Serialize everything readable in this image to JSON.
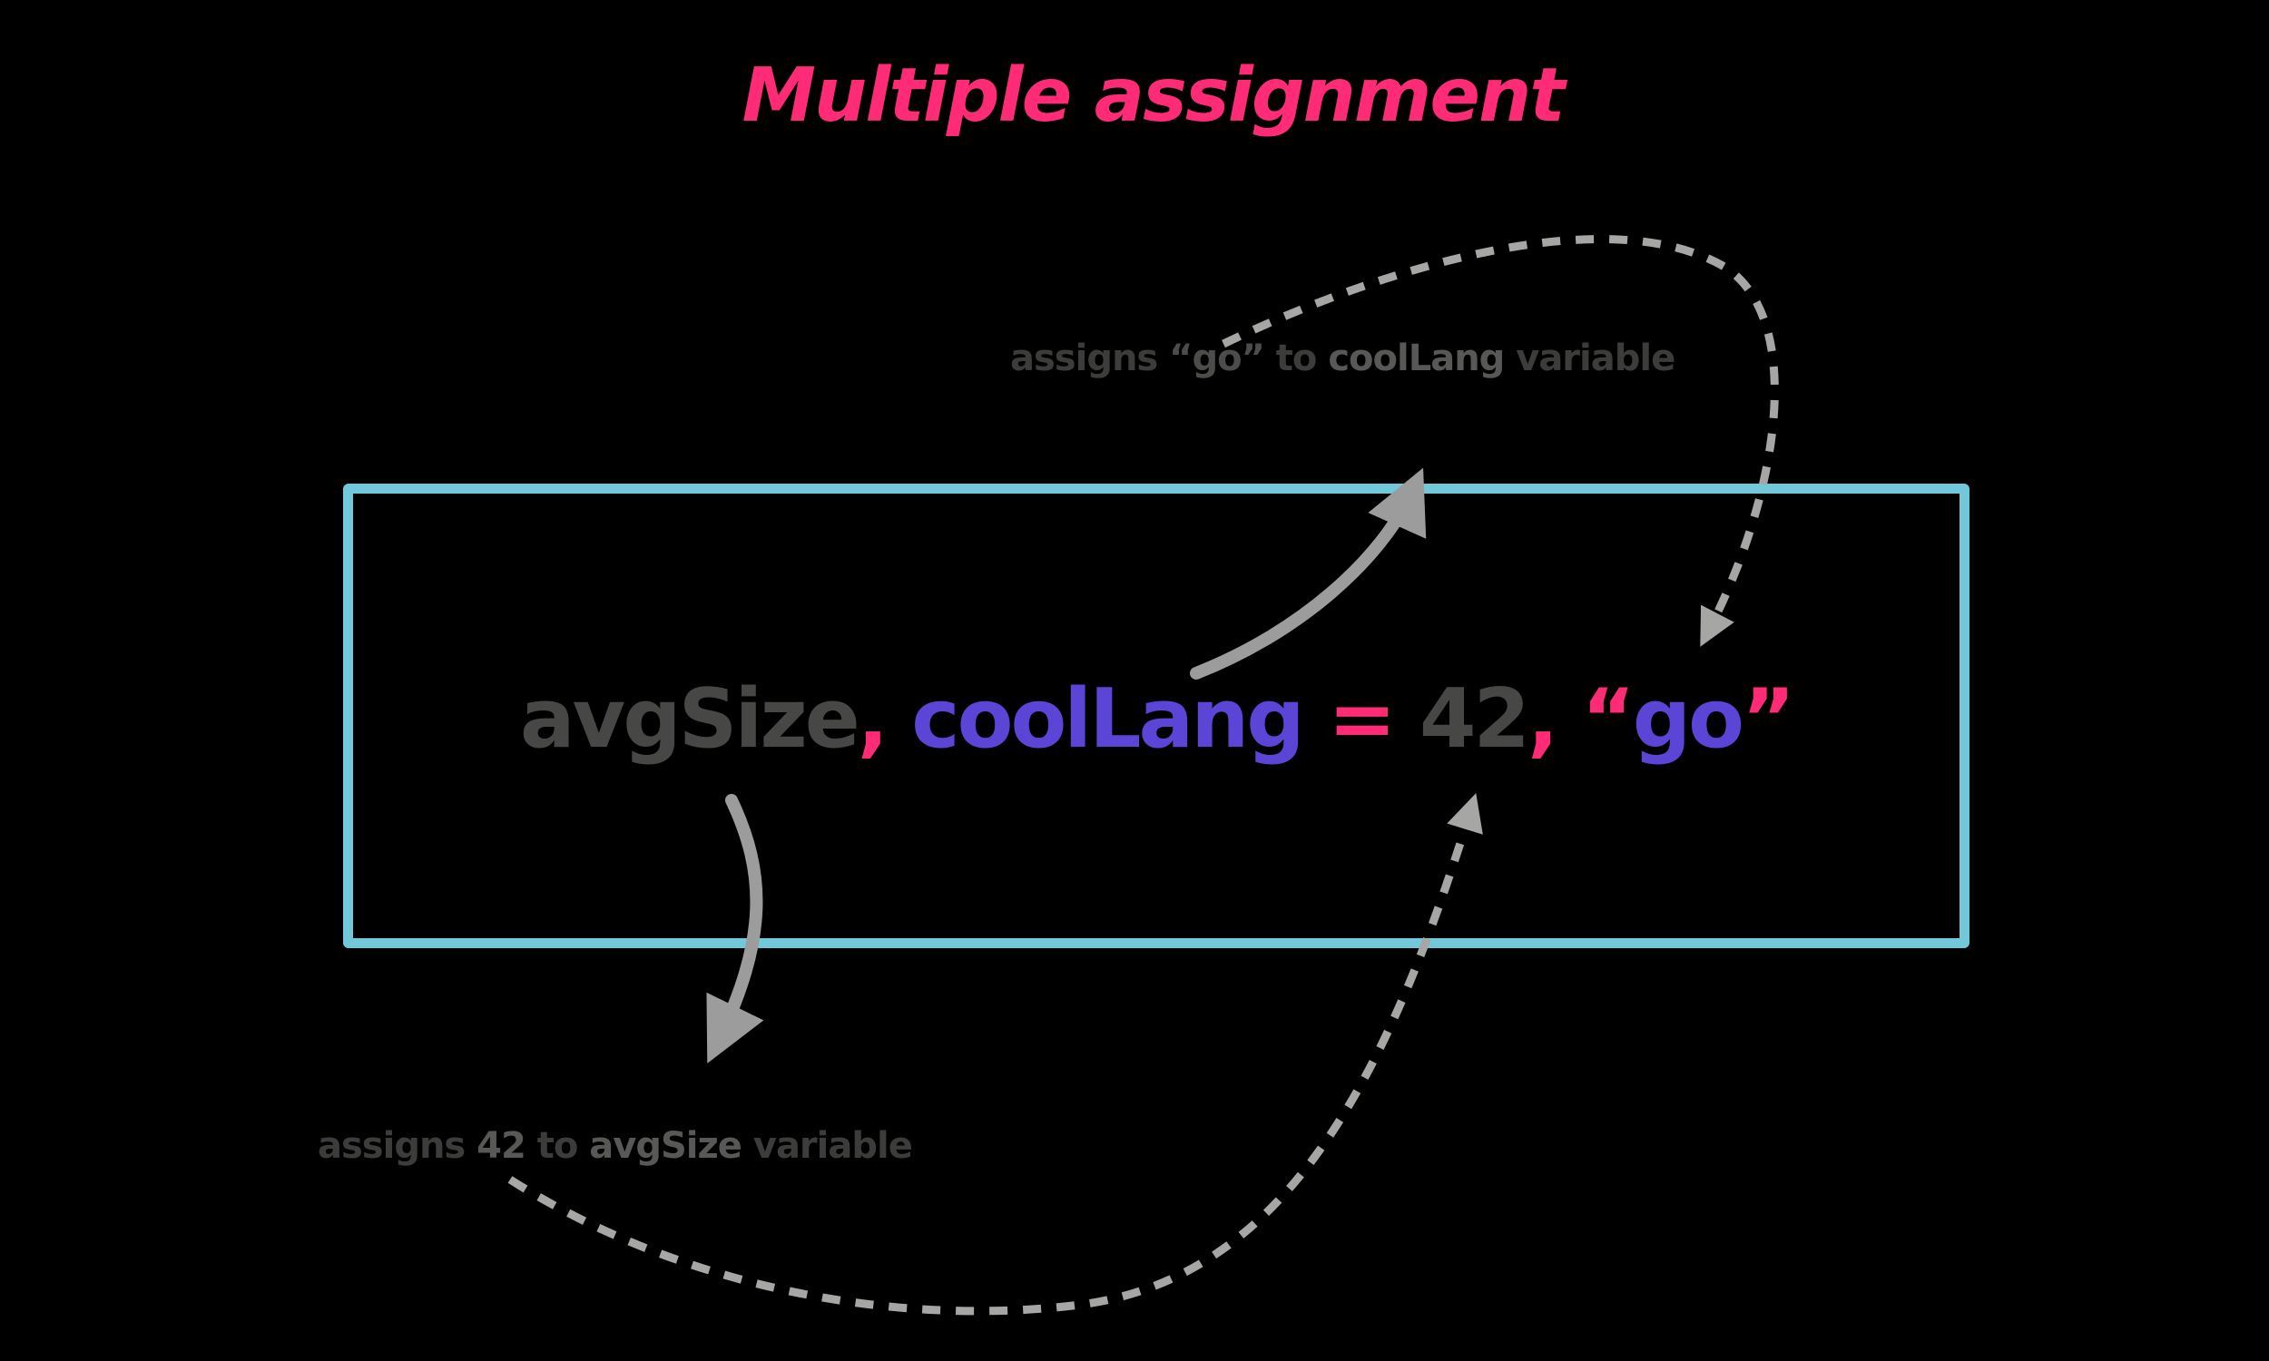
{
  "canvas": {
    "background": "#000000"
  },
  "title": {
    "text": "Multiple assignment",
    "color": "#ff2b76"
  },
  "code_box": {
    "border_color": "#70c8d9"
  },
  "code": {
    "tokens": [
      {
        "name": "code-token-avgsize",
        "text": "avgSize",
        "color": "#474745"
      },
      {
        "name": "code-token-comma-1",
        "text": ",",
        "color": "#ff2b76"
      },
      {
        "name": "code-token-coollang",
        "text": " coolLang",
        "color": "#5b45d6"
      },
      {
        "name": "code-token-equals",
        "text": " = ",
        "color": "#ff2b76"
      },
      {
        "name": "code-token-42",
        "text": "42",
        "color": "#474745"
      },
      {
        "name": "code-token-comma-2",
        "text": ",",
        "color": "#ff2b76"
      },
      {
        "name": "code-token-open-quote",
        "text": " “",
        "color": "#ff2b76"
      },
      {
        "name": "code-token-go",
        "text": "go",
        "color": "#5b45d6"
      },
      {
        "name": "code-token-close-quote",
        "text": "”",
        "color": "#ff2b76"
      }
    ]
  },
  "annotation_top": {
    "tokens": [
      {
        "name": "word-assigns",
        "text": "assigns ",
        "color": "#3c3c3a"
      },
      {
        "name": "word-go-quoted",
        "text": "“go”",
        "color": "#4c4c4a"
      },
      {
        "name": "word-to",
        "text": " to ",
        "color": "#3c3c3a"
      },
      {
        "name": "word-coollang",
        "text": "coolLang",
        "color": "#585856"
      },
      {
        "name": "word-variable",
        "text": " variable",
        "color": "#3c3c3a"
      }
    ]
  },
  "annotation_bottom": {
    "tokens": [
      {
        "name": "word-assigns",
        "text": "assigns ",
        "color": "#3c3c3a"
      },
      {
        "name": "word-42",
        "text": "42",
        "color": "#585856"
      },
      {
        "name": "word-to",
        "text": " to ",
        "color": "#3c3c3a"
      },
      {
        "name": "word-avgsize",
        "text": "avgSize",
        "color": "#585856"
      },
      {
        "name": "word-variable",
        "text": " variable",
        "color": "#3c3c3a"
      }
    ]
  },
  "arrows": {
    "solid_color": "#9c9c9c",
    "dotted_color": "#a6a6a4"
  }
}
